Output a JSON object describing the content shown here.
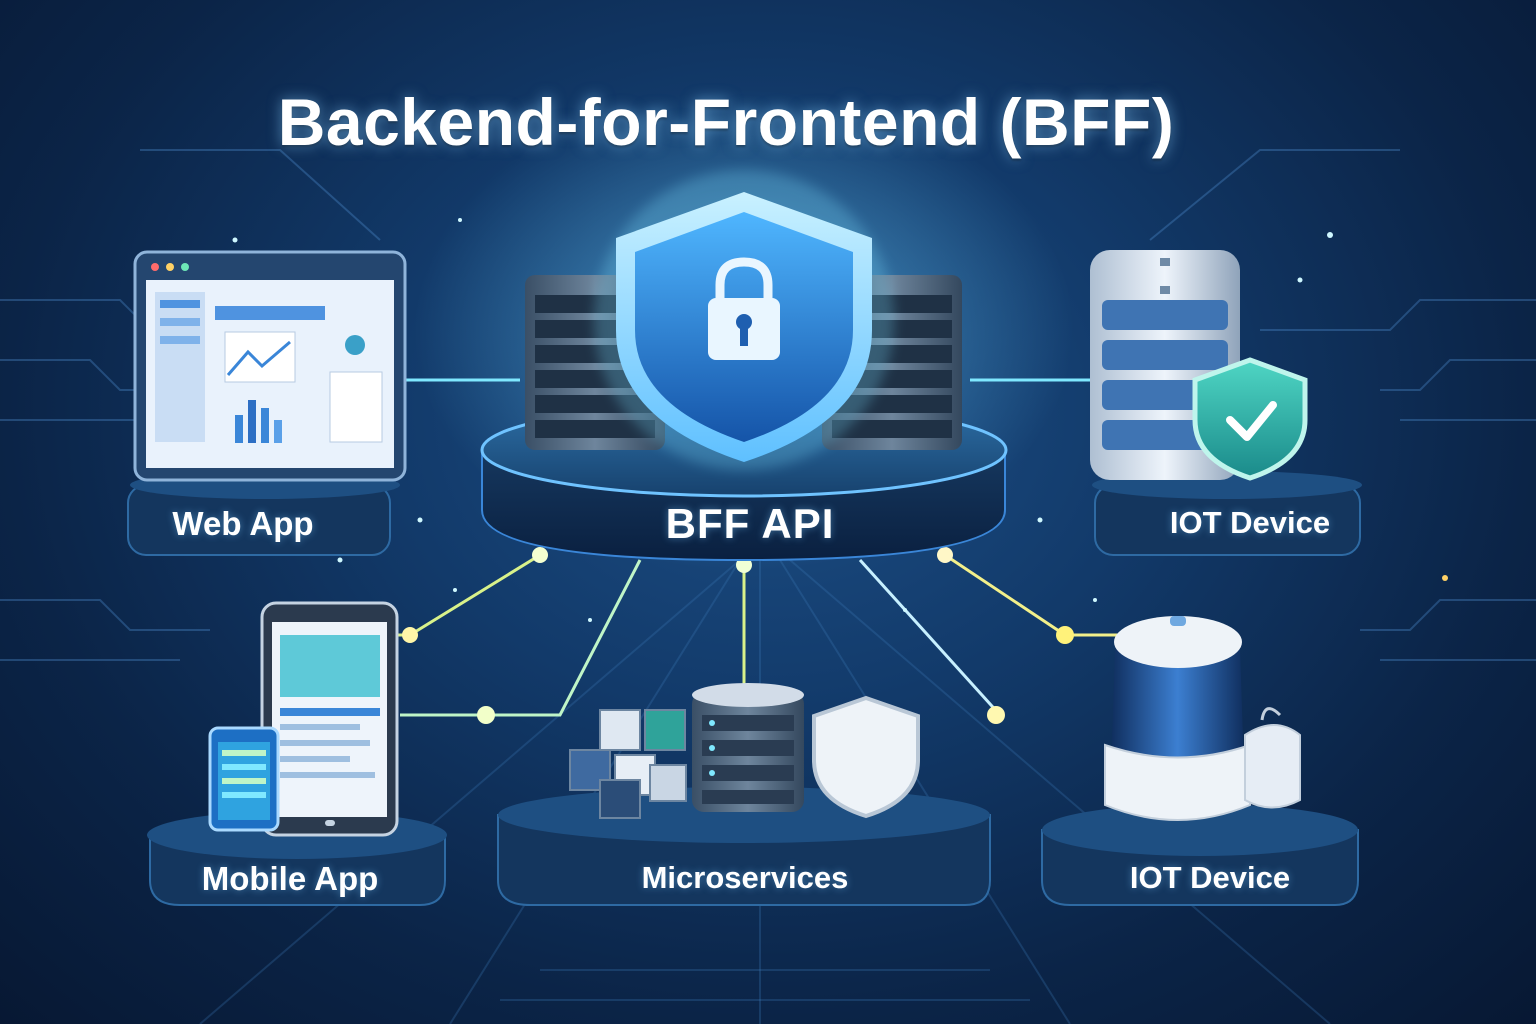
{
  "title": "Backend-for-Frontend (BFF)",
  "center": {
    "label": "BFF API"
  },
  "nodes": {
    "web_app": "Web App",
    "iot_device_top": "IOT Device",
    "mobile_app": "Mobile App",
    "microservices": "Microservices",
    "iot_device_bottom": "IOT Device"
  },
  "colors": {
    "background": "#0b2447",
    "accent_cyan": "#7fe8ff",
    "accent_yellow": "#f3f08a",
    "shield_blue": "#1f6fc4",
    "shield_green": "#2bb3a0"
  }
}
